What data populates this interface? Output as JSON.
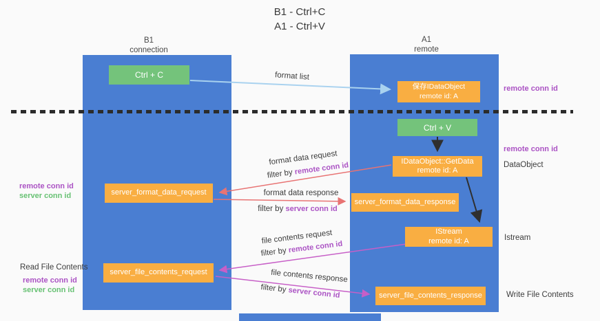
{
  "title": {
    "line1": "B1 - Ctrl+C",
    "line2": "A1 - Ctrl+V"
  },
  "lanes": {
    "left": {
      "title": "B1",
      "subtitle": "connection"
    },
    "right": {
      "title": "A1",
      "subtitle": "remote"
    }
  },
  "boxes": {
    "ctrl_c": "Ctrl + C",
    "ctrl_v": "Ctrl + V",
    "save_dataobject_line1": "保存IDataObject",
    "save_dataobject_line2": "remote id: A",
    "getdata_line1": "IDataObject::GetData",
    "getdata_line2": "remote id: A",
    "istream_line1": "IStream",
    "istream_line2": "remote id: A",
    "format_request": "server_format_data_request",
    "format_response": "server_format_data_response",
    "file_request": "server_file_contents_request",
    "file_response": "server_file_contents_response"
  },
  "arrow_labels": {
    "format_list": "format list",
    "format_data_request": "format data request",
    "format_data_request_filter": "filter by",
    "format_data_request_key": "remote conn id",
    "format_data_response": "format data response",
    "format_data_response_filter": "filter by",
    "format_data_response_key": "server conn id",
    "file_contents_request": "file contents request",
    "file_contents_request_filter": "filter by",
    "file_contents_request_key": "remote conn id",
    "file_contents_response": "file contents response",
    "file_contents_response_filter": "filter by",
    "file_contents_response_key": "server conn id"
  },
  "side_labels": {
    "right_remote_conn_id_top": "remote conn id",
    "right_remote_conn_id_mid": "remote conn id",
    "right_dataobject": "DataObject",
    "right_istream": "Istream",
    "right_write_file_contents": "Write File Contents",
    "left_remote_conn_id_mid": "remote conn id",
    "left_server_conn_id_mid": "server conn id",
    "left_read_file_contents": "Read File Contents",
    "left_remote_conn_id_bottom": "remote conn id",
    "left_server_conn_id_bottom": "server conn id"
  },
  "colors": {
    "lane_blue": "#4a7ed2",
    "box_green": "#74c37b",
    "box_orange": "#f9ae42",
    "arrow_light_blue": "#a9d2ef",
    "arrow_red": "#e87373",
    "arrow_magenta": "#c75fc7",
    "arrow_black": "#2f2f2f",
    "text_purple": "#ab53c4",
    "text_green": "#67c173"
  }
}
